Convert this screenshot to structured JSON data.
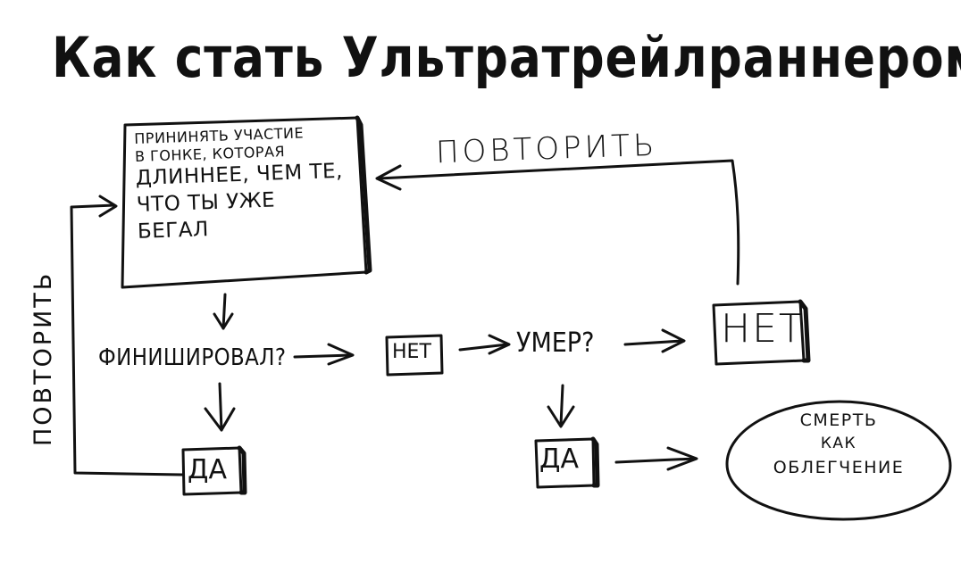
{
  "title": "Как стать Ультратрейлраннером",
  "nodes": {
    "start_lines": [
      "ПРИНИНЯТЬ УЧАСТИЕ",
      "В ГОНКЕ, КОТОРАЯ",
      "ДЛИННЕЕ, ЧЕМ ТЕ,",
      "ЧТО ТЫ УЖЕ",
      "БЕГАЛ"
    ],
    "finished_question": "ФИНИШИРОВАЛ?",
    "no_small": "НЕТ",
    "died_question": "УМЕР?",
    "no_big": "НЕТ",
    "yes_left": "ДА",
    "yes_right": "ДА",
    "death_lines": [
      "СМЕРТЬ",
      "КАК",
      "ОБЛЕГЧЕНИЕ"
    ]
  },
  "edge_labels": {
    "repeat_top": "ПОВТОРИТЬ",
    "repeat_left": "ПОВТОРИТЬ"
  }
}
